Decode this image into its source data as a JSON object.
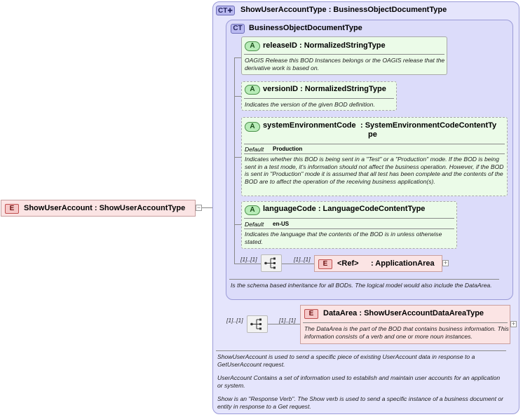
{
  "root_element": {
    "badge": "E",
    "label": "ShowUserAccount : ShowUserAccountType"
  },
  "outer_type": {
    "badge": "CT",
    "label": "ShowUserAccountType : BusinessObjectDocumentType",
    "documentation": [
      "ShowUserAccount is used to send a specific piece of existing UserAccount data in response to a GetUserAccount request.",
      "UserAccount  Contains a set of information used to establish and maintain user accounts for an application or system.",
      "Show is an \"Response Verb\". The Show verb is used to send a specific instance of a business document or entity in response to a Get request."
    ]
  },
  "inner_type": {
    "badge": "CT",
    "label": "BusinessObjectDocumentType",
    "documentation": "Is the schema based inheritance for all BODs. The logical model would also include the DataArea."
  },
  "attributes": [
    {
      "badge": "A",
      "label": "releaseID : NormalizedStringType",
      "documentation": "OAGIS Release this BOD Instances belongs or the OAGIS release that the derivative work is based on."
    },
    {
      "badge": "A",
      "label": "versionID : NormalizedStringType",
      "documentation": "Indicates the version of the given BOD definition."
    },
    {
      "badge": "A",
      "label_name": "systemEnvironmentCode",
      "label_type_line1": ": SystemEnvironmentCodeContentTy",
      "label_type_line2": "pe",
      "default_label": "Default",
      "default_value": "Production",
      "documentation": "Indicates whether this BOD is being sent in a \"Test\" or a \"Production\" mode. If the BOD is being sent in a test mode, it's information should not affect the business operation. However, if the BOD is sent in \"Production\" mode it is assumed that all test has been complete and the contents of the BOD are to affect the operation of the receiving business application(s)."
    },
    {
      "badge": "A",
      "label": "languageCode : LanguageCodeContentType",
      "default_label": "Default",
      "default_value": "en-US",
      "documentation": "Indicates the language that the contents of the BOD is in unless otherwise stated."
    }
  ],
  "application_area": {
    "badge": "E",
    "ref": "<Ref>",
    "label": ": ApplicationArea",
    "seq_cardinality": "[1]..[1]",
    "elem_cardinality": "[1]..[1]"
  },
  "data_area": {
    "badge": "E",
    "label": "DataArea : ShowUserAccountDataAreaType",
    "documentation": "The DataArea is the part of the BOD that contains business information. This information consists of a verb and one or more noun instances.",
    "seq_cardinality": "[1]..[1]",
    "elem_cardinality": "[1]..[1]"
  },
  "icons": {
    "collapse": "minus-box-icon",
    "expand": "plus-box-icon",
    "sequence": "sequence-icon"
  }
}
